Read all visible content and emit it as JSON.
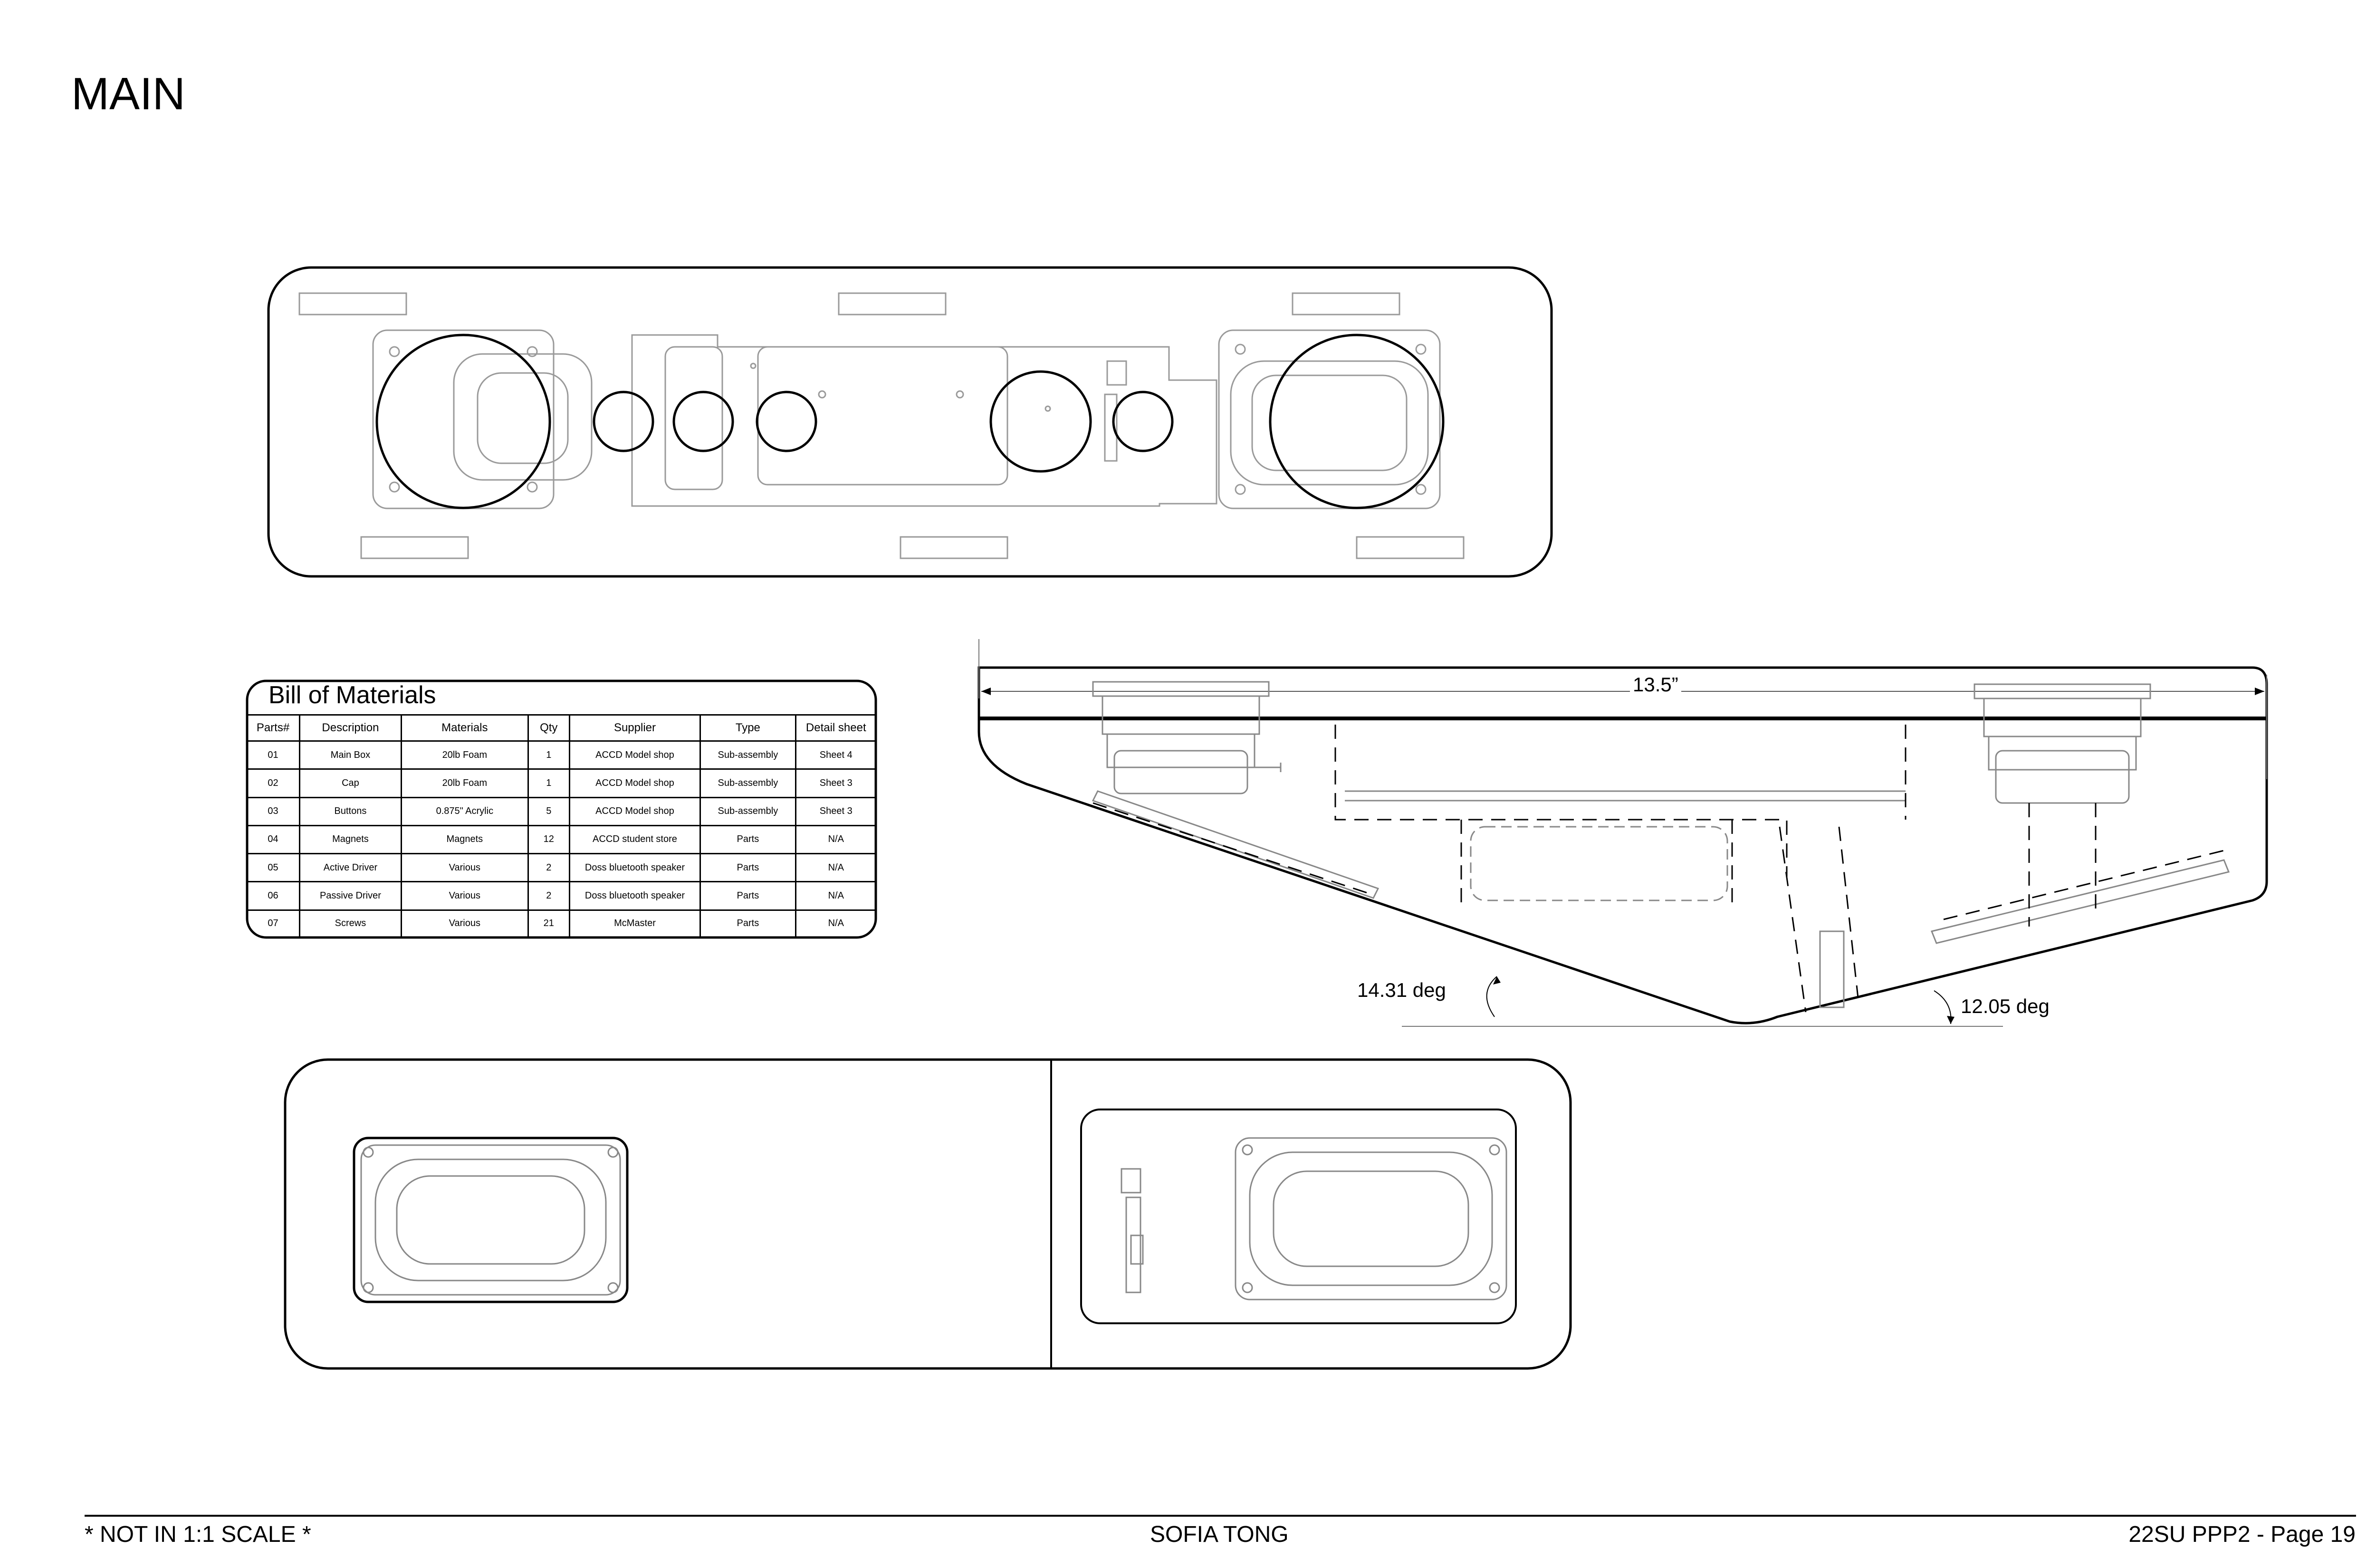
{
  "page": {
    "title": "MAIN"
  },
  "footer": {
    "scale_note": "* NOT IN 1:1 SCALE *",
    "author": "SOFIA TONG",
    "page_label": "22SU PPP2 - Page 19"
  },
  "bom": {
    "title": "Bill of Materials",
    "headers": [
      "Parts#",
      "Description",
      "Materials",
      "Qty",
      "Supplier",
      "Type",
      "Detail sheet"
    ],
    "rows": [
      [
        "01",
        "Main Box",
        "20lb Foam",
        "1",
        "ACCD Model shop",
        "Sub-assembly",
        "Sheet 4"
      ],
      [
        "02",
        "Cap",
        "20lb Foam",
        "1",
        "ACCD Model shop",
        "Sub-assembly",
        "Sheet 3"
      ],
      [
        "03",
        "Buttons",
        "0.875\" Acrylic",
        "5",
        "ACCD Model shop",
        "Sub-assembly",
        "Sheet 3"
      ],
      [
        "04",
        "Magnets",
        "Magnets",
        "12",
        "ACCD student store",
        "Parts",
        "N/A"
      ],
      [
        "05",
        "Active Driver",
        "Various",
        "2",
        "Doss bluetooth speaker",
        "Parts",
        "N/A"
      ],
      [
        "06",
        "Passive Driver",
        "Various",
        "2",
        "Doss bluetooth speaker",
        "Parts",
        "N/A"
      ],
      [
        "07",
        "Screws",
        "Various",
        "21",
        "McMaster",
        "Parts",
        "N/A"
      ]
    ]
  },
  "dimensions": {
    "width": "13.5”",
    "angle_left": "14.31 deg",
    "angle_right": "12.05 deg"
  },
  "colors": {
    "line": "#000000",
    "light_line": "#9a9a9a"
  }
}
